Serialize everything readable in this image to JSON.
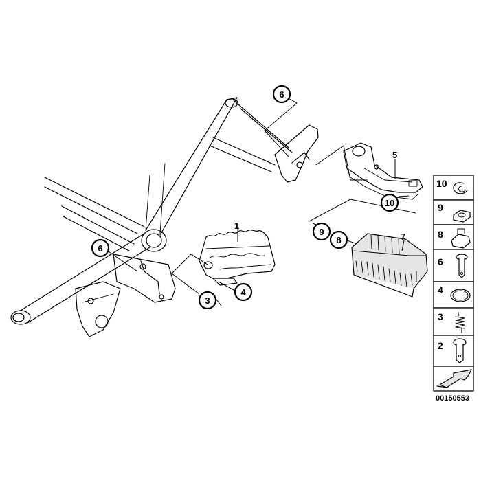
{
  "diagram": {
    "id_label": "00150553",
    "callouts": {
      "c1": "1",
      "c2": "3",
      "c3": "4",
      "c4": "5",
      "c5": "6",
      "c6": "6",
      "c7": "7",
      "c8": "8",
      "c9": "9",
      "c10": "10"
    },
    "legend": {
      "items": [
        {
          "number": "10",
          "icon": "circlip-icon"
        },
        {
          "number": "9",
          "icon": "washer-icon"
        },
        {
          "number": "8",
          "icon": "hex-nut-icon"
        },
        {
          "number": "6",
          "icon": "pin-icon"
        },
        {
          "number": "4",
          "icon": "ring-icon"
        },
        {
          "number": "3",
          "icon": "spring-icon"
        },
        {
          "number": "2",
          "icon": "bolt-icon"
        },
        {
          "number": "",
          "icon": "arrow-icon"
        }
      ]
    }
  }
}
